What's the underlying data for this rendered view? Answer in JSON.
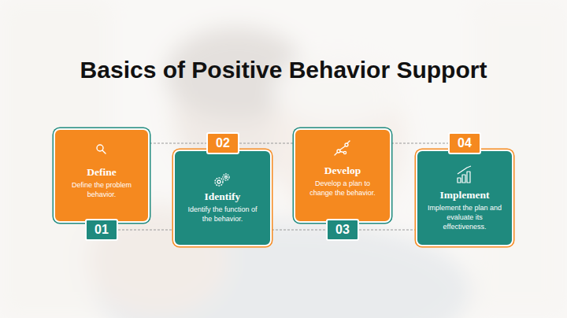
{
  "diagram": {
    "title": "Basics of Positive Behavior Support",
    "nodes": [
      {
        "text": [
          "Define",
          "Define the problem behavior.",
          "01"
        ]
      },
      {
        "text": [
          "02",
          "Identify",
          "Identify the function of the behavior."
        ]
      },
      {
        "text": [
          "Develop",
          "Develop a plan to change the behavior.",
          "03"
        ]
      },
      {
        "text": [
          "04",
          "Implement",
          "Implement the plan and evaluate its effectiveness."
        ]
      }
    ],
    "edges": [
      {
        "from": 0,
        "to": 1,
        "arrow": "none"
      },
      {
        "from": 0,
        "to": 1,
        "arrow": "none"
      },
      {
        "from": 1,
        "to": 2,
        "arrow": "none"
      },
      {
        "from": 1,
        "to": 2,
        "arrow": "none"
      },
      {
        "from": 2,
        "to": 3,
        "arrow": "none"
      },
      {
        "from": 2,
        "to": 3,
        "arrow": "none"
      }
    ]
  }
}
